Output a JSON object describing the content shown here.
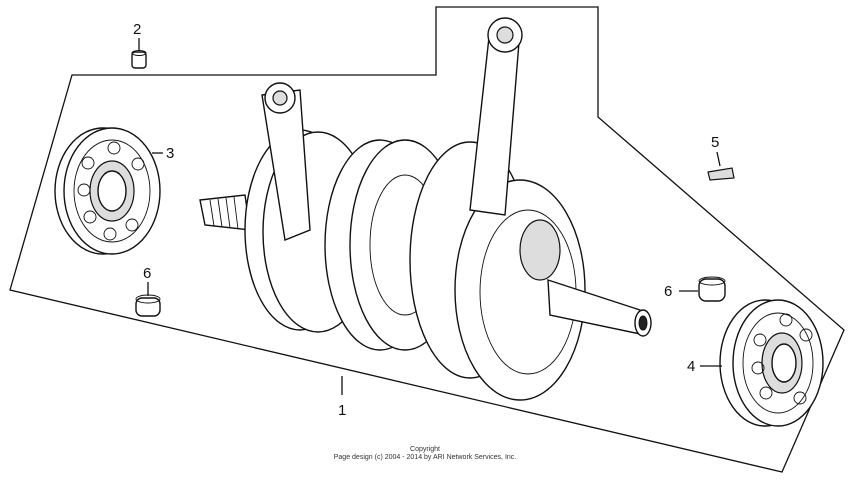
{
  "callouts": {
    "crankshaft": "1",
    "pin_top": "2",
    "bearing_left": "3",
    "bearing_right": "4",
    "key": "5",
    "dowel_left": "6",
    "dowel_right": "6"
  },
  "footer": {
    "copyright_title": "Copyright",
    "copyright_text": "Page design (c) 2004 - 2014 by ARI Network Services, Inc."
  }
}
